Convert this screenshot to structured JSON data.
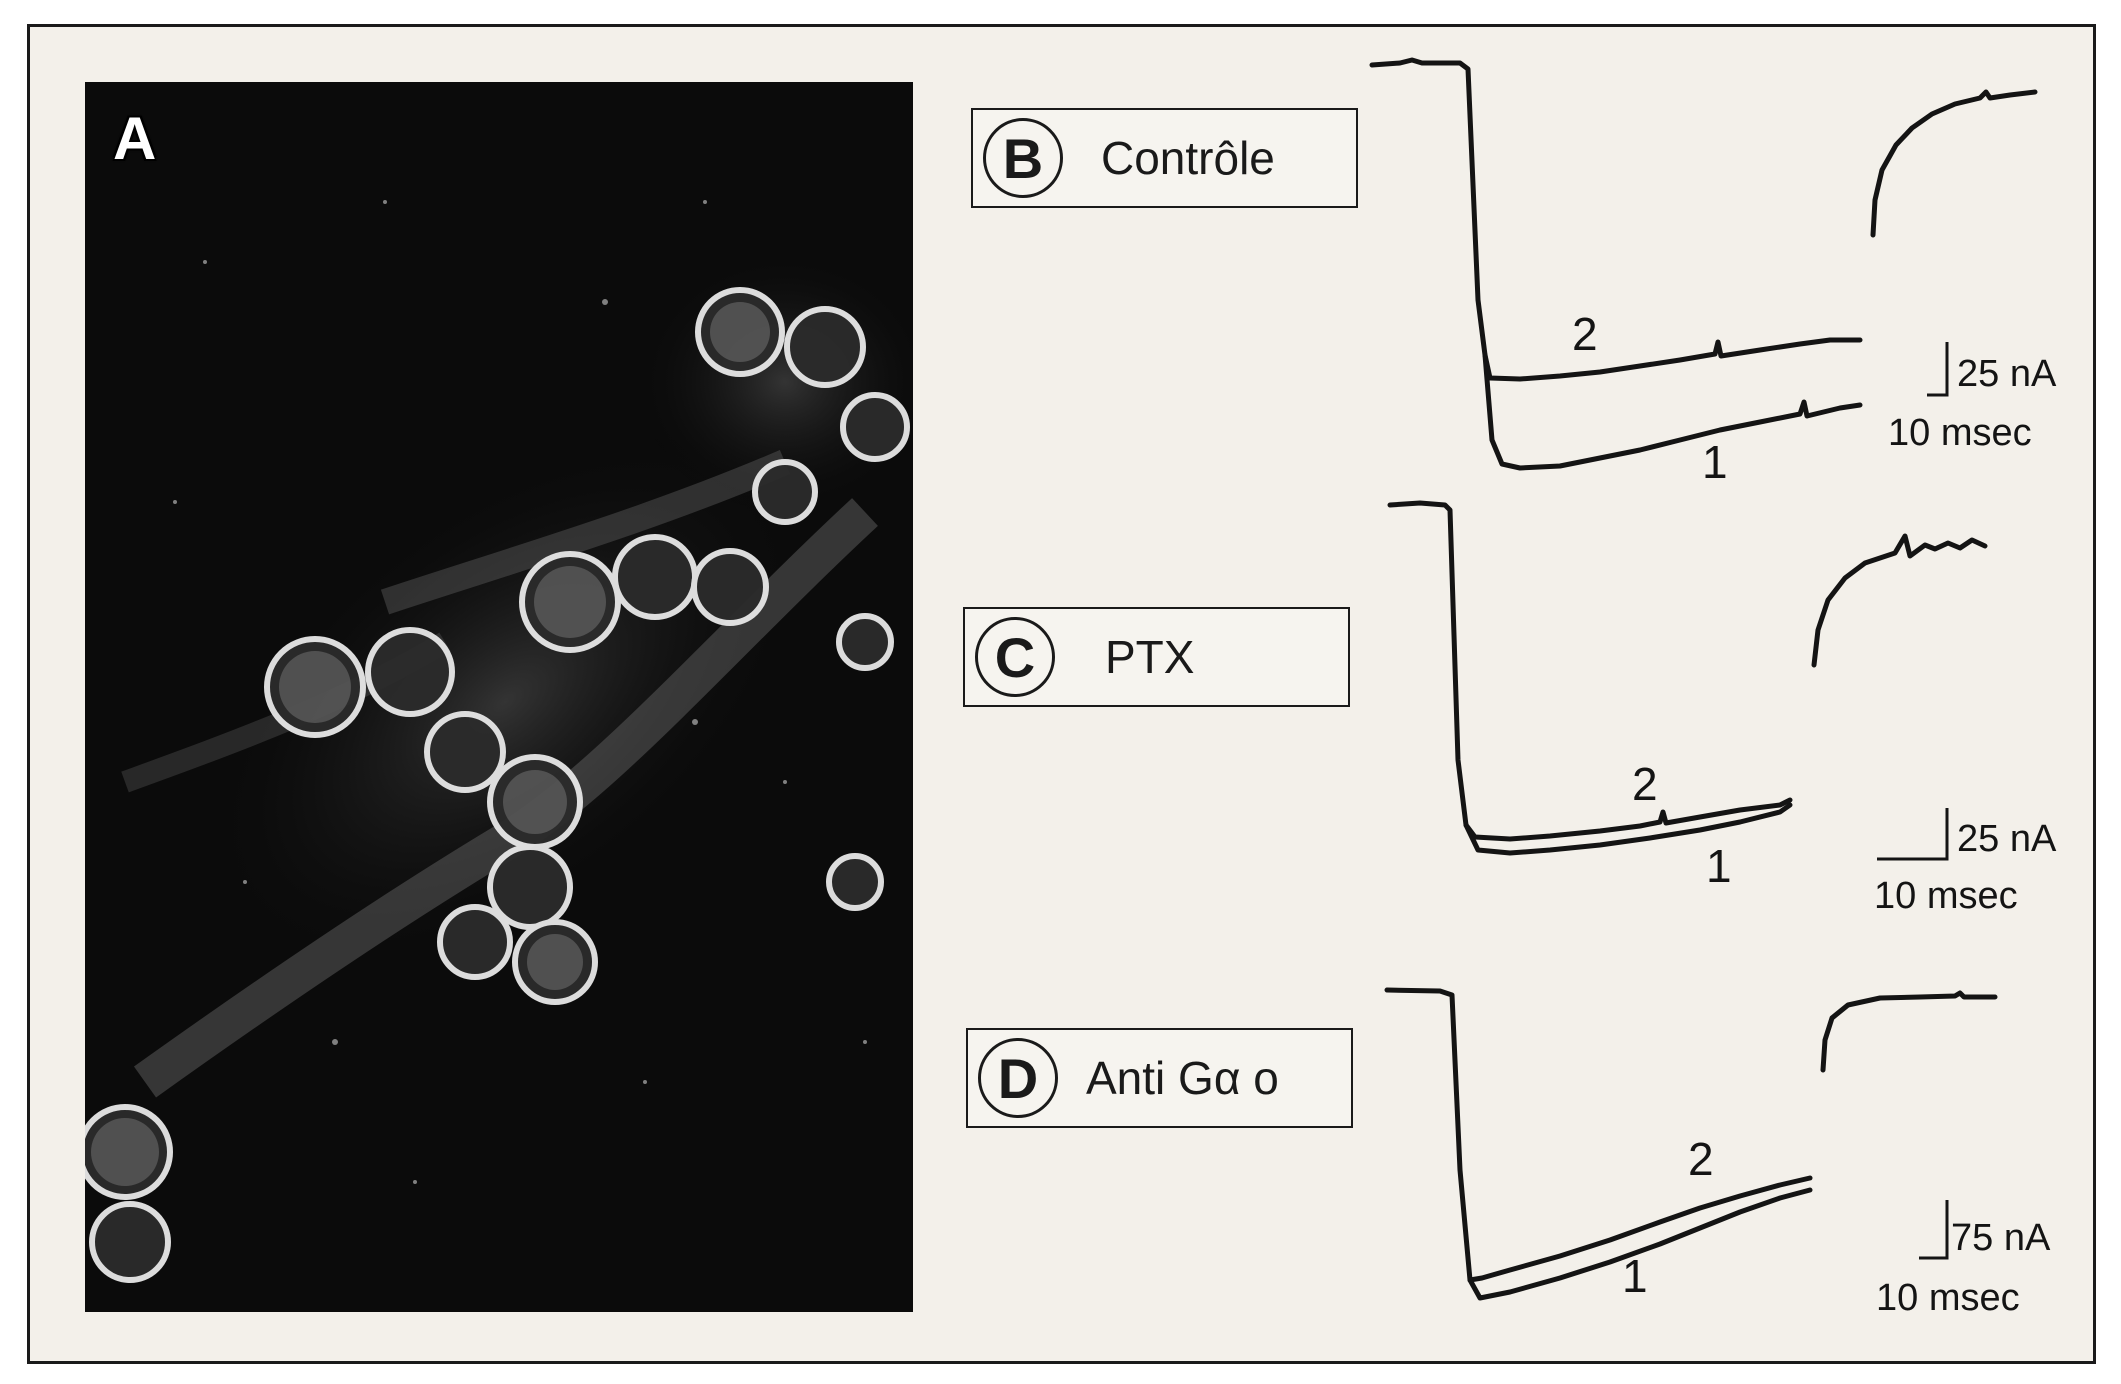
{
  "panels": {
    "a": {
      "letter": "A"
    },
    "b": {
      "letter": "B",
      "condition": "Contrôle",
      "trace_labels": [
        "2",
        "1"
      ],
      "scale_current": "25 nA",
      "scale_time": "10 msec"
    },
    "c": {
      "letter": "C",
      "condition": "PTX",
      "trace_labels": [
        "2",
        "1"
      ],
      "scale_current": "25 nA",
      "scale_time": "10 msec"
    },
    "d": {
      "letter": "D",
      "condition": "Anti Gα o",
      "trace_labels": [
        "2",
        "1"
      ],
      "scale_current": "75 nA",
      "scale_time": "10 msec"
    }
  },
  "colors": {
    "ink": "#141414",
    "paper": "#f3f0ea",
    "micrograph_bg": "#0b0b0b",
    "cell_outline": "#e8e8e8"
  }
}
